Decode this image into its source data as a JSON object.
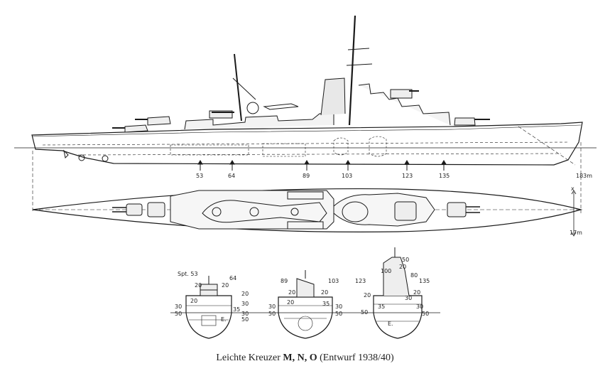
{
  "caption": {
    "prefix": "Leichte Kreuzer ",
    "ships": "M, N, O",
    "suffix": " (Entwurf 1938/40)"
  },
  "frame_markers": [
    "53",
    "64",
    "89",
    "103",
    "123",
    "135"
  ],
  "dimensions": {
    "length": "183m",
    "beam": "17m",
    "beam_mark": "x"
  },
  "sections": [
    {
      "label": "Spt. 53",
      "label2": "64",
      "thickness": [
        "20",
        "20",
        "20",
        "20",
        "30",
        "35",
        "30",
        "50",
        "30",
        "50"
      ],
      "compartment": "E."
    },
    {
      "label": "89",
      "label2": "103",
      "thickness": [
        "20",
        "20",
        "20",
        "35",
        "30",
        "50",
        "30",
        "50"
      ]
    },
    {
      "label": "123",
      "label2": "135",
      "thickness": [
        "100",
        "20",
        "50",
        "80",
        "20",
        "30",
        "20",
        "50",
        "35",
        "30",
        "50"
      ],
      "compartment": "E."
    }
  ]
}
